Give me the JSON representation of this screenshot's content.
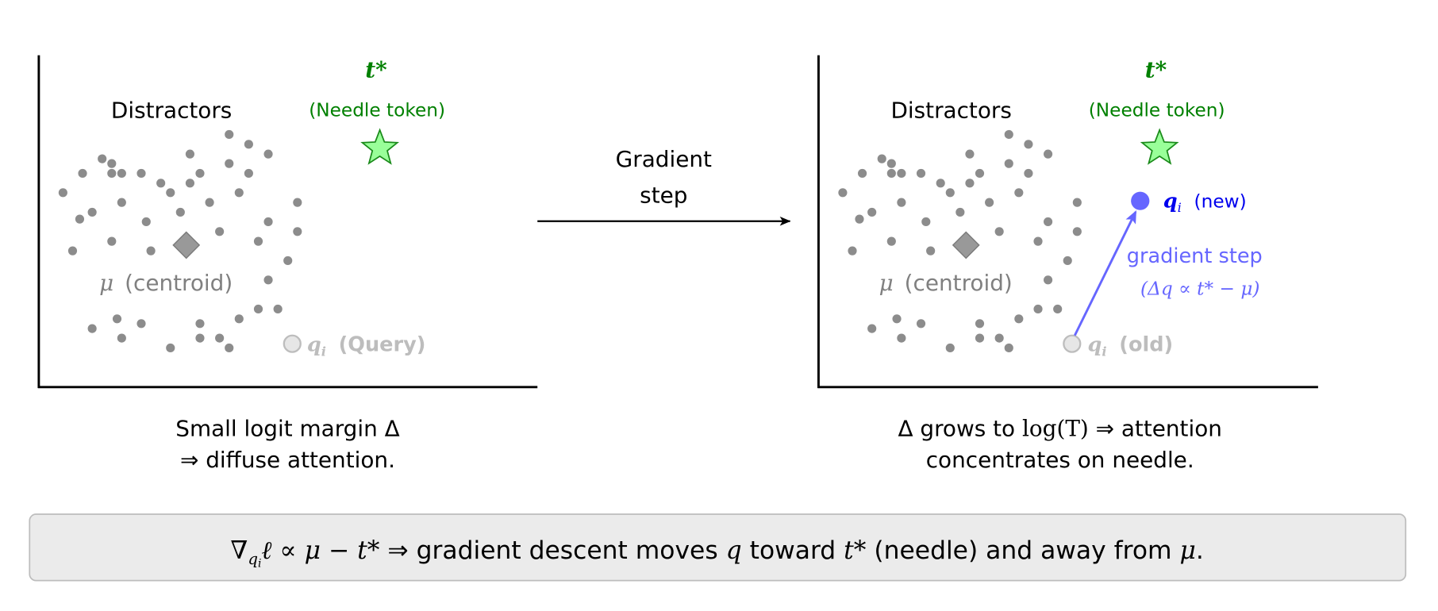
{
  "colors": {
    "distractor": "#8c8c8c",
    "needle_text": "#008000",
    "needle_fill": "#99ff99",
    "needle_stroke": "#1a8a1a",
    "query_fill": "#e6e6e6",
    "query_stroke": "#bdbdbd",
    "new_query": "#6666ff",
    "new_query_label": "#0000ee",
    "box_fill": "#ebebeb",
    "box_stroke": "#bdbdbd"
  },
  "left_panel": {
    "distractors_label": "Distractors",
    "t_star": "t*",
    "needle_label": "(Needle token)",
    "mu": "μ",
    "centroid_label": "(centroid)",
    "q": "q",
    "q_sub": "i",
    "query_label": "(Query)",
    "caption_line1": "Small logit margin Δ",
    "caption_line2": "⇒ diffuse attention."
  },
  "middle": {
    "line1": "Gradient",
    "line2": "step"
  },
  "right_panel": {
    "distractors_label": "Distractors",
    "t_star": "t*",
    "needle_label": "(Needle token)",
    "mu": "μ",
    "centroid_label": "(centroid)",
    "q": "q",
    "q_sub": "i",
    "new_label": "(new)",
    "old_label": "(old)",
    "gradient_step_label": "gradient step",
    "gradient_formula": "(Δq ∝ t* − μ)",
    "caption_line1_a": "Δ grows to ",
    "caption_line1_math": "log(T)",
    "caption_line1_b": " ⇒ attention",
    "caption_line2": "concentrates on needle."
  },
  "summary": {
    "nabla": "∇",
    "q": "q",
    "q_sub": "i",
    "formula": "ℓ ∝ μ − t*",
    "text_a": " ⇒ gradient descent moves ",
    "q2": "q",
    "text_b": " toward ",
    "t_star": "t*",
    "text_c": " (needle) and away from ",
    "mu": "μ",
    "text_d": "."
  }
}
